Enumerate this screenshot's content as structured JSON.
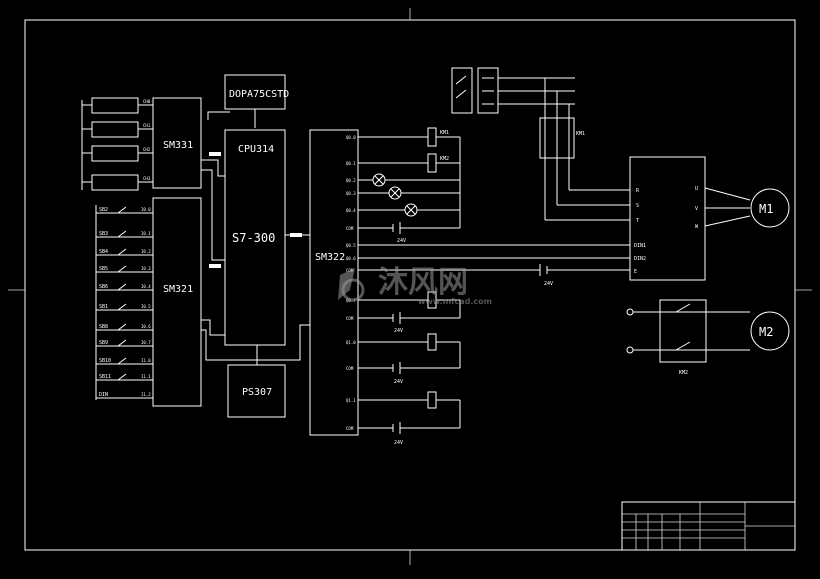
{
  "modules": {
    "hmi": "DOPA75CSTD",
    "cpu": "CPU314",
    "plc": "S7-300",
    "sm331": "SM331",
    "sm321": "SM321",
    "sm322": "SM322",
    "ps": "PS307"
  },
  "motors": {
    "m1": "M1",
    "m2": "M2"
  },
  "sm331_channels": [
    "CH0",
    "CH1",
    "CH2",
    "CH3"
  ],
  "sm321_inputs": [
    "I0.0",
    "I0.1",
    "I0.2",
    "I0.3",
    "I0.4",
    "I0.5",
    "I0.6",
    "I0.7",
    "I1.0",
    "I1.1",
    "I1.2"
  ],
  "switches": [
    "SB2",
    "SB3",
    "SB4",
    "SB5",
    "SB6",
    "SB1",
    "SB8",
    "SB9",
    "SB10",
    "SB11",
    "DIN"
  ],
  "sm322_outputs": [
    "Q0.0",
    "Q0.1",
    "Q0.2",
    "Q0.3",
    "Q0.4",
    "COM",
    "Q0.5",
    "Q0.6",
    "COM",
    "Q0.7",
    "COM",
    "Q1.0",
    "COM",
    "Q1.1",
    "COM"
  ],
  "relays": {
    "km1": "KM1",
    "km2": "KM2"
  },
  "inverter": {
    "r": "R",
    "s": "S",
    "t": "T",
    "u": "U",
    "v": "V",
    "w": "W",
    "din1": "DIN1",
    "din2": "DIN2",
    "e": "E"
  },
  "supply": {
    "v24": "24V"
  },
  "watermark": {
    "main": "沐风网",
    "sub": "www.mfcad.com"
  },
  "colors": {
    "background": "#000000",
    "line": "#ffffff",
    "watermark": "#9a9a9a"
  }
}
